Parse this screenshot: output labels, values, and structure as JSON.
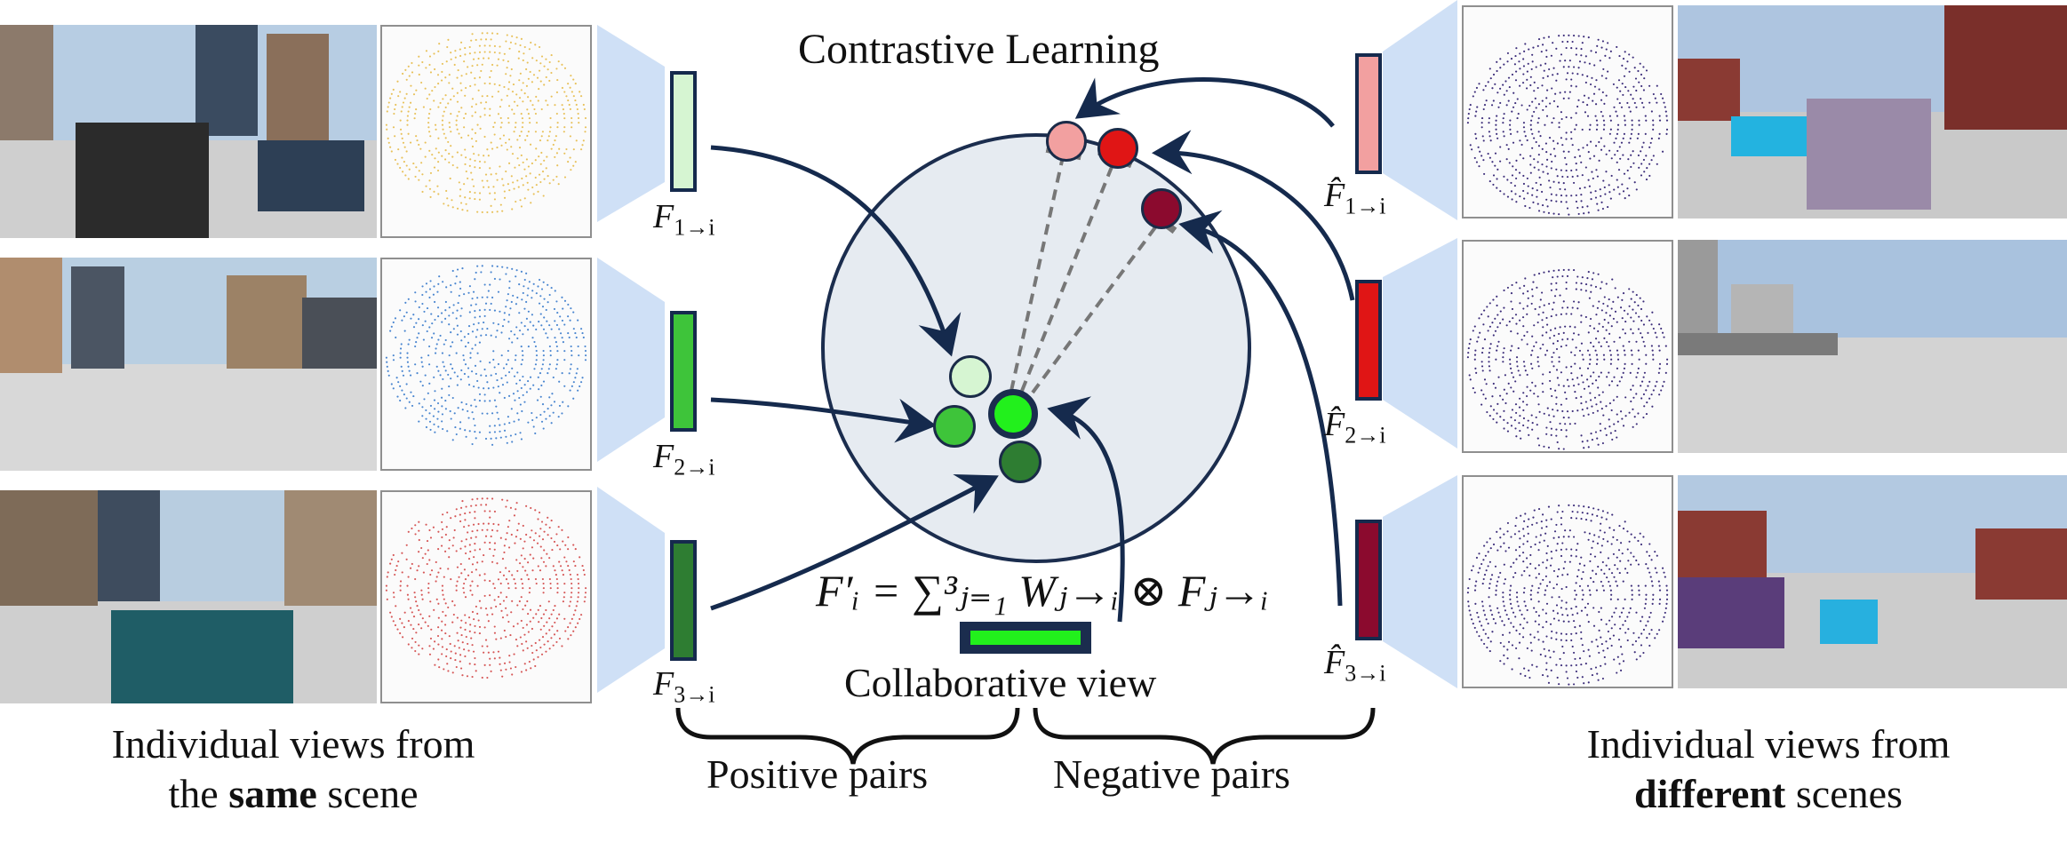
{
  "title": "Contrastive Learning",
  "formula": "F′ᵢ = ∑³ⱼ₌₁ Wⱼ→ᵢ ⊗ Fⱼ→ᵢ",
  "collab_label": "Collaborative view",
  "positive_label": "Positive pairs",
  "negative_label": "Negative pairs",
  "left_caption": {
    "line1": "Individual views from",
    "line2_pre": "the ",
    "line2_bold": "same",
    "line2_post": " scene"
  },
  "right_caption": {
    "line1": "Individual views from",
    "line2_bold": "different",
    "line2_post": " scenes"
  },
  "left_features": [
    {
      "base": "F",
      "sub": "1→i",
      "color": "#d6f5d2"
    },
    {
      "base": "F",
      "sub": "2→i",
      "color": "#3ec43a"
    },
    {
      "base": "F",
      "sub": "3→i",
      "color": "#2e7d32"
    }
  ],
  "right_features": [
    {
      "base": "F̂",
      "sub": "1→i",
      "color": "#f2a0a0"
    },
    {
      "base": "F̂",
      "sub": "2→i",
      "color": "#e01515"
    },
    {
      "base": "F̂",
      "sub": "3→i",
      "color": "#8b0a2e"
    }
  ],
  "lidar_colors": {
    "left": [
      "#e8c15a",
      "#4a86d0",
      "#d65757"
    ],
    "right": [
      "#3c2d7a",
      "#3c2d7a",
      "#3c2d7a"
    ]
  },
  "collab_color": "#22f01c",
  "sphere_color": "#e6ebf1"
}
